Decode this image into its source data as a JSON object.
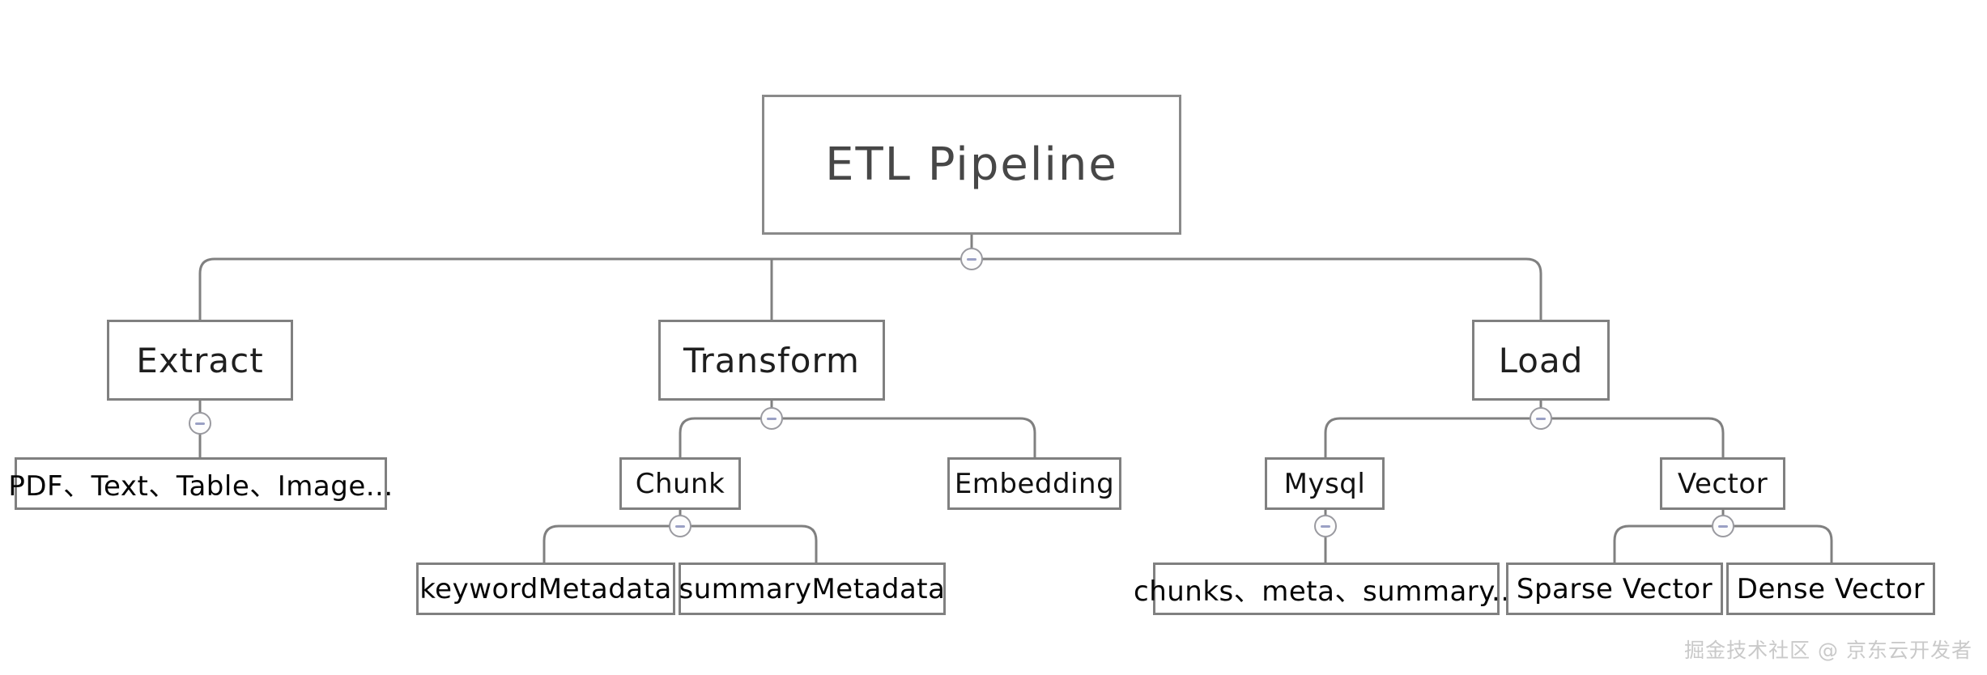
{
  "diagram": {
    "type": "tree",
    "title": "ETL Pipeline",
    "orientation": "top-down",
    "theme": {
      "background": "#ffffff",
      "node_border": "#808080",
      "node_fill": "#ffffff",
      "edge_color": "#808080",
      "root_text_color": "#474747",
      "node_text_color": "#111111",
      "toggle_border": "#9a9aa0",
      "toggle_glyph": "#9aa0c4",
      "watermark_color": "#c9c9c9"
    },
    "root": {
      "label": "ETL Pipeline",
      "toggle": "collapse-minus-icon"
    },
    "branches": [
      {
        "label": "Extract",
        "toggle": "collapse-minus-icon",
        "children": [
          {
            "label": "PDF、Text、Table、Image...",
            "children": []
          }
        ]
      },
      {
        "label": "Transform",
        "toggle": "collapse-minus-icon",
        "children": [
          {
            "label": "Chunk",
            "toggle": "collapse-minus-icon",
            "children": [
              {
                "label": "keywordMetadata",
                "children": []
              },
              {
                "label": "summaryMetadata",
                "children": []
              }
            ]
          },
          {
            "label": "Embedding",
            "children": []
          }
        ]
      },
      {
        "label": "Load",
        "toggle": "collapse-minus-icon",
        "children": [
          {
            "label": "Mysql",
            "toggle": "collapse-minus-icon",
            "children": [
              {
                "label": "chunks、meta、summary...",
                "children": []
              }
            ]
          },
          {
            "label": "Vector",
            "toggle": "collapse-minus-icon",
            "children": [
              {
                "label": "Sparse Vector",
                "children": []
              },
              {
                "label": "Dense Vector",
                "children": []
              }
            ]
          }
        ]
      }
    ]
  },
  "watermark": {
    "text": "掘金技术社区 @ 京东云开发者"
  }
}
